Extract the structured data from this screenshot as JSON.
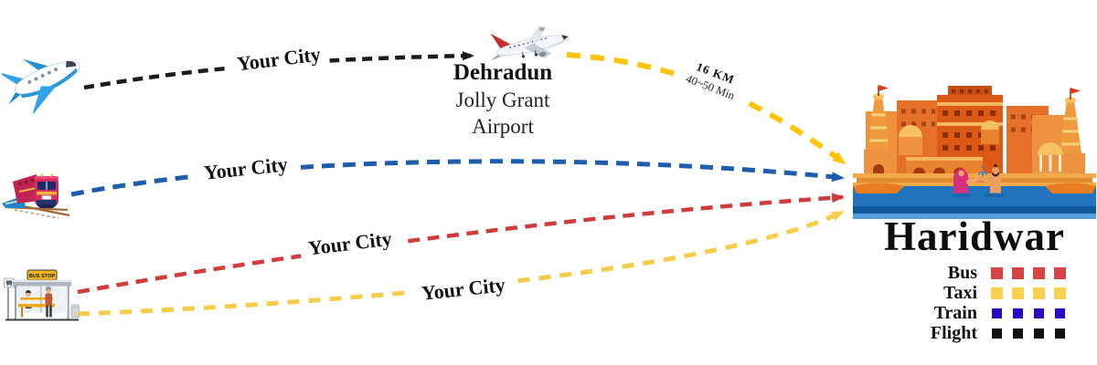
{
  "labels": {
    "flight_origin": "Your City",
    "train_origin": "Your City",
    "bus_origin": "Your City",
    "taxi_origin": "Your City"
  },
  "airport": {
    "city": "Dehradun",
    "name_line1": "Jolly Grant",
    "name_line2": "Airport"
  },
  "transfer": {
    "distance": "16 KM",
    "duration": "40~50 Min"
  },
  "destination": {
    "title": "Haridwar"
  },
  "bus_stop": {
    "sign": "BUS STOP"
  },
  "routes": {
    "flight": {
      "mode": "Flight",
      "color": "#1b1b1b"
    },
    "train": {
      "mode": "Train",
      "color": "#1e5cad"
    },
    "bus": {
      "mode": "Bus",
      "color": "#cf3c3c"
    },
    "taxi": {
      "mode": "Taxi",
      "color": "#f5cd4a"
    },
    "airport_taxi": {
      "mode": "Taxi",
      "color": "#fdc40a"
    }
  },
  "legend": {
    "items": [
      {
        "label": "Bus",
        "color": "#d84444"
      },
      {
        "label": "Taxi",
        "color": "#f8d34f"
      },
      {
        "label": "Train",
        "color": "#2a08c4"
      },
      {
        "label": "Flight",
        "color": "#101010"
      }
    ]
  },
  "icons": {
    "origin_plane": "airplane-icon",
    "dehradun_plane": "airplane-landing-icon",
    "train": "train-icon",
    "bus_stop": "bus-stop-icon",
    "haridwar_city": "haridwar-ghat-icon"
  }
}
